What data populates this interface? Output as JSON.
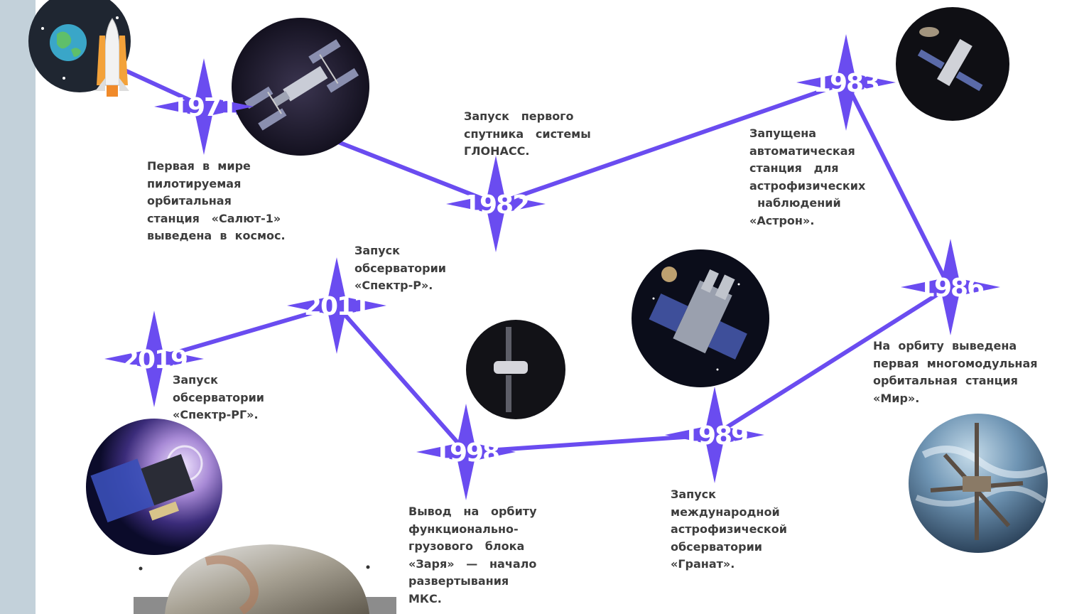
{
  "colors": {
    "accent": "#6a4cf0",
    "side_bar": "#c3d1da",
    "text": "#3d3d3d"
  },
  "milestones": [
    {
      "year": "1971",
      "text": "Первая  в  мире\nпилотируемая\nорбитальная\nстанция   «Салют-1»\nвыведена  в  космос."
    },
    {
      "year": "1982",
      "text": "Запуск   первого\nспутника   системы\nГЛОНАСС."
    },
    {
      "year": "1983",
      "text": "Запущена\nавтоматическая\nстанция   для\nастрофизических\n  наблюдений\n«Астрон»."
    },
    {
      "year": "1986",
      "text": "На  орбиту  выведена\nпервая  многомодульная\nорбитальная  станция\n«Мир»."
    },
    {
      "year": "1989",
      "text": "Запуск\nмеждународной\nастрофизической\nобсерватории\n«Гранат»."
    },
    {
      "year": "1998",
      "text": "Вывод   на   орбиту\nфункционально-\nгрузового   блока\n«Заря»   —   начало\nразвертывания\nМКС."
    },
    {
      "year": "2011",
      "text": "Запуск\nобсерватории\n«Спектр-Р»."
    },
    {
      "year": "2019",
      "text": "Запуск\nобсерватории\n«Спектр-РГ»."
    }
  ],
  "images": [
    {
      "name": "rocket-earth-icon"
    },
    {
      "name": "salyut-station-photo"
    },
    {
      "name": "astron-telescope-photo"
    },
    {
      "name": "glonass-satellite-photo"
    },
    {
      "name": "granat-observatory-photo"
    },
    {
      "name": "mir-station-photo"
    },
    {
      "name": "spektr-rg-photo"
    },
    {
      "name": "earth-globe-photo"
    }
  ]
}
